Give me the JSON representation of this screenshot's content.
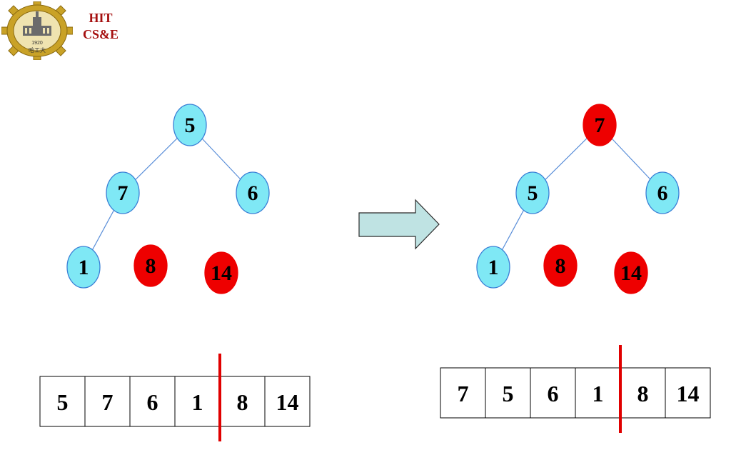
{
  "header": {
    "org_line1": "HIT",
    "org_line2": "CS&E",
    "logo_year": "1920",
    "logo_chars": "哈工大"
  },
  "colors": {
    "node_fill": "#7fe8f5",
    "node_stroke": "#3a7fd6",
    "sorted_fill": "#ee0000",
    "edge": "#5b8fd9",
    "divider": "#e00000",
    "arrow_fill": "#bfe3e3",
    "arrow_stroke": "#2b2b2b"
  },
  "before": {
    "nodes": [
      {
        "id": "n0",
        "label": "5",
        "state": "heap"
      },
      {
        "id": "n1",
        "label": "7",
        "state": "heap"
      },
      {
        "id": "n2",
        "label": "6",
        "state": "heap"
      },
      {
        "id": "n3",
        "label": "1",
        "state": "heap"
      },
      {
        "id": "n4",
        "label": "8",
        "state": "sorted"
      },
      {
        "id": "n5",
        "label": "14",
        "state": "sorted"
      }
    ],
    "edges": [
      [
        "n0",
        "n1"
      ],
      [
        "n0",
        "n2"
      ],
      [
        "n1",
        "n3"
      ]
    ],
    "array": [
      "5",
      "7",
      "6",
      "1",
      "8",
      "14"
    ],
    "divider_after_index": 3
  },
  "after": {
    "nodes": [
      {
        "id": "n0",
        "label": "7",
        "state": "sorted"
      },
      {
        "id": "n1",
        "label": "5",
        "state": "heap"
      },
      {
        "id": "n2",
        "label": "6",
        "state": "heap"
      },
      {
        "id": "n3",
        "label": "1",
        "state": "heap"
      },
      {
        "id": "n4",
        "label": "8",
        "state": "sorted"
      },
      {
        "id": "n5",
        "label": "14",
        "state": "sorted"
      }
    ],
    "edges": [
      [
        "n0",
        "n1"
      ],
      [
        "n0",
        "n2"
      ],
      [
        "n1",
        "n3"
      ]
    ],
    "array": [
      "7",
      "5",
      "6",
      "1",
      "8",
      "14"
    ],
    "divider_after_index": 3
  }
}
